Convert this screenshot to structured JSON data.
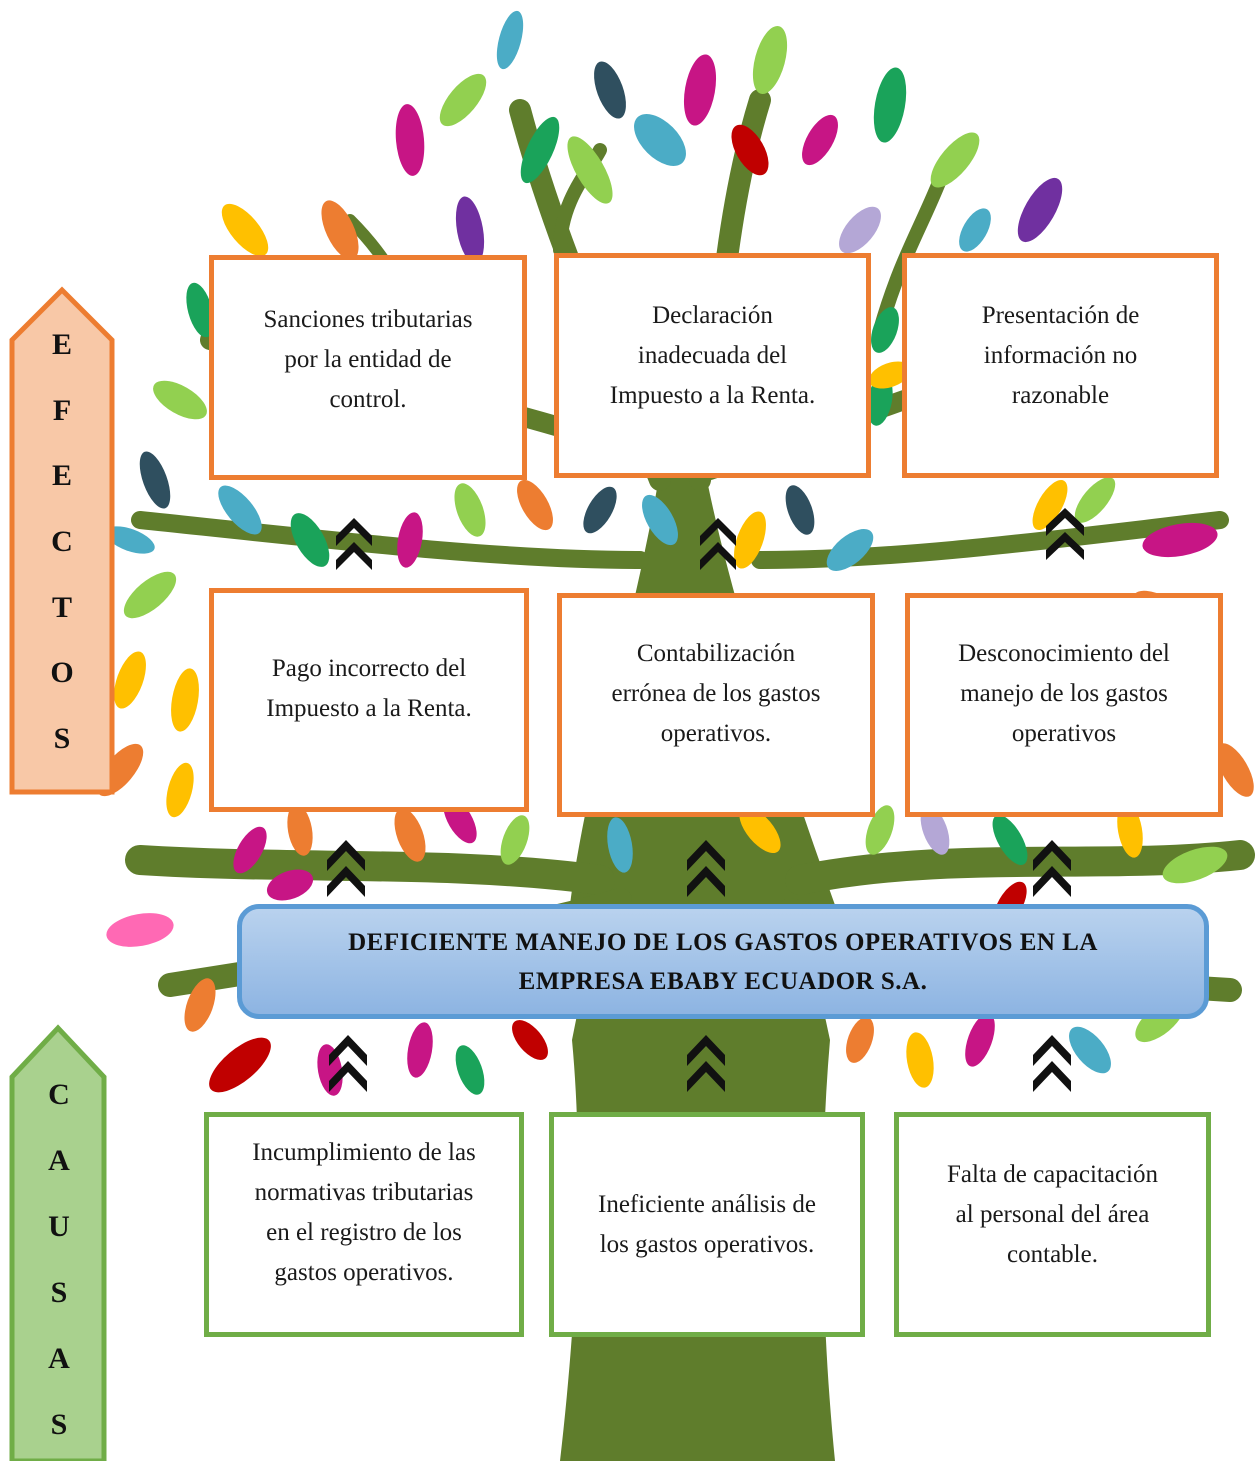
{
  "colors": {
    "effect_border": "#ed7d31",
    "cause_border": "#70ad47",
    "problem_border": "#5b9bd5",
    "problem_fill": "#9dc3e6",
    "efectos_fill": "#f8c8a7",
    "causas_fill": "#a9d18e",
    "trunk": "#5f7d2c"
  },
  "labels": {
    "efectos": [
      "E",
      "F",
      "E",
      "C",
      "T",
      "O",
      "S"
    ],
    "causas": [
      "C",
      "A",
      "U",
      "S",
      "A",
      "S"
    ]
  },
  "effects": [
    {
      "text": "Sanciones tributarias\npor la entidad de\ncontrol."
    },
    {
      "text": "Declaración\ninadecuada del\nImpuesto  a la Renta."
    },
    {
      "text": "Presentación de\ninformación no\nrazonable"
    },
    {
      "text": "Pago incorrecto del\nImpuesto a la Renta."
    },
    {
      "text": "Contabilización\nerrónea de los gastos\noperativos."
    },
    {
      "text": "Desconocimiento del\nmanejo de los gastos\noperativos"
    }
  ],
  "problem": {
    "text": "DEFICIENTE MANEJO DE LOS GASTOS OPERATIVOS EN LA\nEMPRESA EBABY ECUADOR S.A."
  },
  "causes": [
    {
      "text": "Incumplimiento de las\nnormativas tributarias\nen el registro de los\ngastos operativos."
    },
    {
      "text": "Ineficiente análisis de\nlos gastos operativos."
    },
    {
      "text": "Falta de capacitación\nal personal del área\ncontable."
    }
  ]
}
